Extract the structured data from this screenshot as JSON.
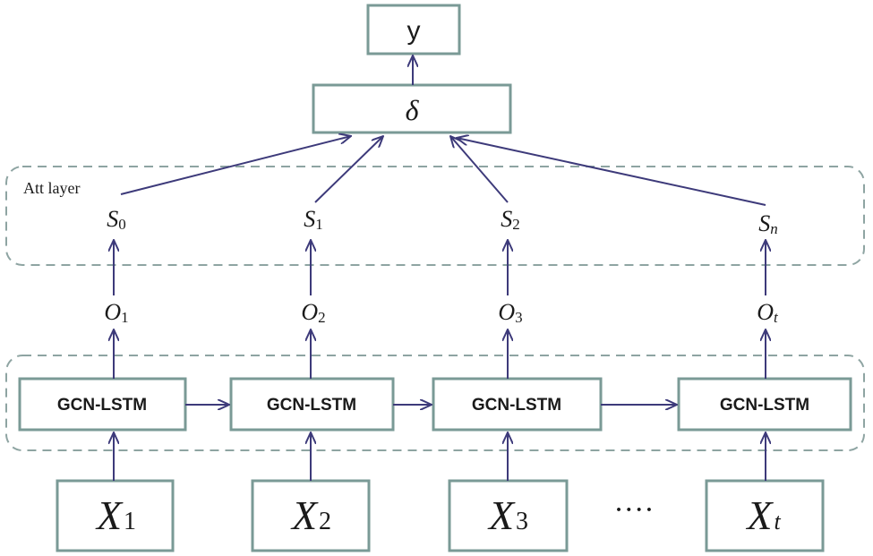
{
  "output_label": "y",
  "aggregator_symbol": "δ",
  "attention_layer_label": "Att layer",
  "ellipsis": "····",
  "columns": [
    {
      "input_base": "X",
      "input_sub": "1",
      "cell_label": "GCN-LSTM",
      "hidden_base": "O",
      "hidden_sub": "1",
      "att_base": "S",
      "att_sub": "0"
    },
    {
      "input_base": "X",
      "input_sub": "2",
      "cell_label": "GCN-LSTM",
      "hidden_base": "O",
      "hidden_sub": "2",
      "att_base": "S",
      "att_sub": "1"
    },
    {
      "input_base": "X",
      "input_sub": "3",
      "cell_label": "GCN-LSTM",
      "hidden_base": "O",
      "hidden_sub": "3",
      "att_base": "S",
      "att_sub": "2"
    },
    {
      "input_base": "X",
      "input_sub": "t",
      "cell_label": "GCN-LSTM",
      "hidden_base": "O",
      "hidden_sub": "t",
      "att_base": "S",
      "att_sub": "n"
    }
  ],
  "colors": {
    "box_border": "#7a9a96",
    "dashed_border": "#8ea4a2",
    "arrow": "#3d3a7a",
    "text": "#1a1a1a"
  }
}
